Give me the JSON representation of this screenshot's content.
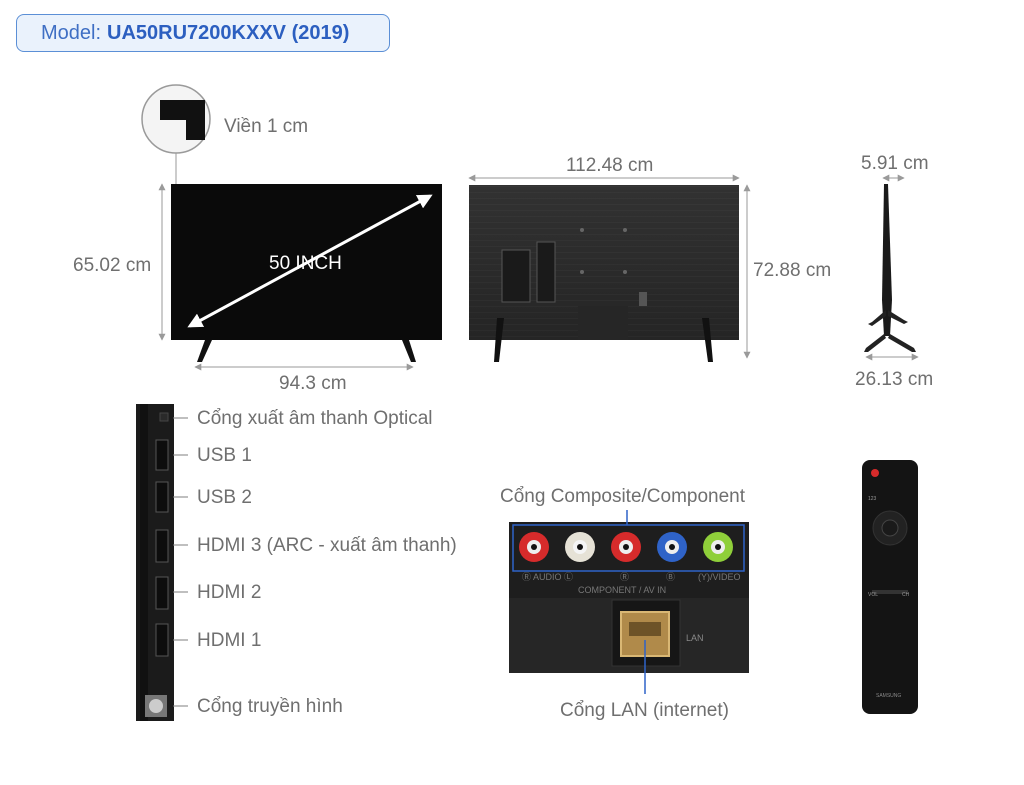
{
  "model": {
    "label": "Model:",
    "value": "UA50RU7200KXXV (2019)"
  },
  "dimensions": {
    "bezel": "Viền 1 cm",
    "front_height": "65.02 cm",
    "screen_size": "50 INCH",
    "front_width": "94.3 cm",
    "back_width": "112.48 cm",
    "back_height": "72.88 cm",
    "depth_top": "5.91 cm",
    "stand_depth": "26.13 cm"
  },
  "ports_side": [
    "Cổng xuất âm thanh Optical",
    "USB 1",
    "USB 2",
    "HDMI 3 (ARC - xuất âm thanh)",
    "HDMI 2",
    "HDMI 1",
    "Cổng truyền hình"
  ],
  "ports_rear": {
    "composite": "Cổng Composite/Component",
    "lan": "Cổng LAN (internet)",
    "panel_text": [
      "Ⓡ AUDIO Ⓛ",
      "Ⓡ",
      "Ⓑ",
      "(Y)/VIDEO",
      "COMPONENT / AV IN",
      "LAN"
    ]
  },
  "remote": {
    "brand": "SAMSUNG",
    "keys": [
      "123",
      "VOL",
      "CH"
    ]
  },
  "colors": {
    "accent": "#3f6fc4",
    "box_bg": "#eaf2fc",
    "label": "#6f6f6f",
    "jack_red": "#d62b2b",
    "jack_blue": "#2f63c8",
    "jack_green": "#8fcf3a"
  }
}
